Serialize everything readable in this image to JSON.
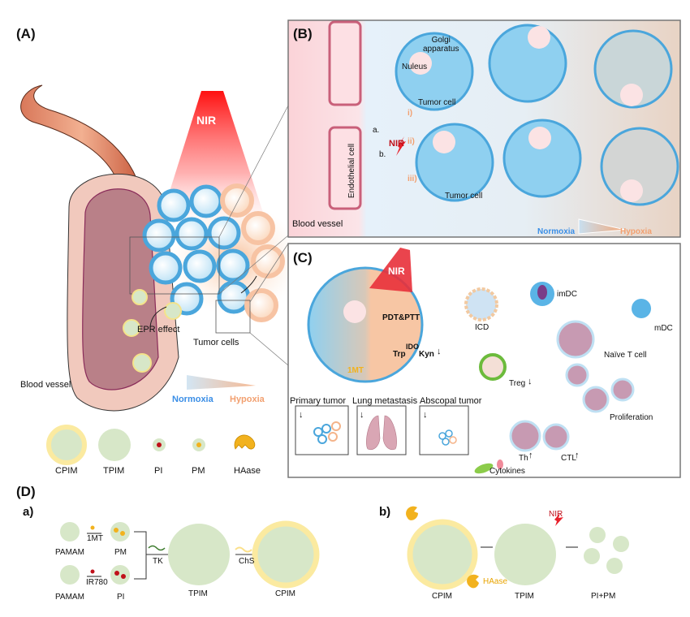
{
  "panels": {
    "A": {
      "label": "(A)",
      "nir": "NIR",
      "epr": "EPR effect",
      "tumor_cells": "Tumor cells",
      "blood_vessel": "Blood vessel",
      "normoxia": "Normoxia",
      "hypoxia": "Hypoxia",
      "legend": [
        {
          "label": "CPIM",
          "icon": "cpim-nanoparticle-icon"
        },
        {
          "label": "TPIM",
          "icon": "tpim-nanoparticle-icon"
        },
        {
          "label": "PI",
          "icon": "pi-particle-icon"
        },
        {
          "label": "PM",
          "icon": "pm-particle-icon"
        },
        {
          "label": "HAase",
          "icon": "haase-enzyme-icon"
        }
      ]
    },
    "B": {
      "label": "(B)",
      "golgi": "Golgi apparatus",
      "golgi_line1": "Golgi",
      "golgi_line2": "apparatus",
      "nucleus": "Nuleus",
      "tumor_cell_top": "Tumor cell",
      "tumor_cell_bottom": "Tumor cell",
      "endothelial": "Endothelial cell",
      "blood_vessel": "Blood vessel",
      "nir": "NIR",
      "path_a": "a.",
      "path_b": "b.",
      "route_i": "i)",
      "route_ii": "ii)",
      "route_iii": "iii)",
      "normoxia": "Normoxia",
      "hypoxia": "Hypoxia"
    },
    "C": {
      "label": "(C)",
      "nir": "NIR",
      "pdt_ptt": "PDT&PTT",
      "trp": "Trp",
      "ido": "IDO",
      "kyn": "Kyn",
      "down_arrow": "↓",
      "up_arrow": "↑",
      "one_mt": "1MT",
      "icd": "ICD",
      "imdc": "imDC",
      "mdc": "mDC",
      "naive_t": "Naïve T cell",
      "proliferation": "Proliferation",
      "treg": "Treg",
      "th": "Th",
      "ctl": "CTL",
      "cytokines": "Cytokines",
      "outcomes": [
        {
          "label": "Primary tumor",
          "trend": "↓"
        },
        {
          "label": "Lung metastasis",
          "trend": "↓"
        },
        {
          "label": "Abscopal tumor",
          "trend": "↓"
        }
      ]
    },
    "D": {
      "label": "(D)",
      "a": {
        "label": "a)",
        "pamam1": "PAMAM",
        "pamam2": "PAMAM",
        "reagent1": "1MT",
        "reagent2": "IR780",
        "pm": "PM",
        "pi": "PI",
        "linker": "TK",
        "tpim": "TPIM",
        "coat": "ChS",
        "cpim": "CPIM"
      },
      "b": {
        "label": "b)",
        "cpim": "CPIM",
        "tpim": "TPIM",
        "products": "PI+PM",
        "enzyme": "HAase",
        "nir": "NIR"
      }
    }
  },
  "colors": {
    "cell_blue": "#5ab4e6",
    "cell_fill": "#8fd0f0",
    "hypoxia_orange": "#f4b48a",
    "nir_red": "#e8202a",
    "vessel_pink": "#c9607a",
    "haase_gold": "#f2b21e",
    "particle_green": "#cfe3bf",
    "coat_yellow": "#fbeaa0"
  }
}
